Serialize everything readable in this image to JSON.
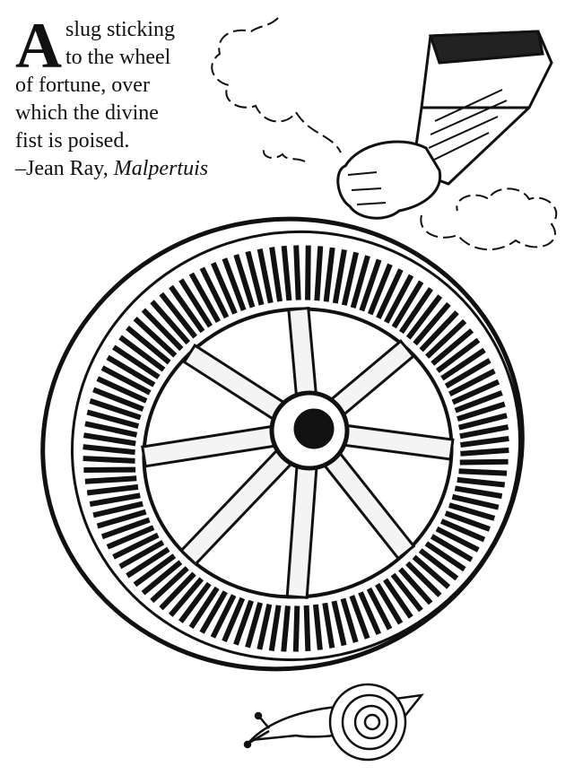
{
  "quote": {
    "drop_cap": "A",
    "lines": [
      "slug sticking",
      "to the wheel",
      "of fortune, over",
      "which the divine",
      "fist is poised."
    ],
    "attribution_prefix": "–Jean Ray, ",
    "attribution_title": "Malpertuis"
  },
  "illustration": {
    "subjects": [
      "wheel-of-fortune",
      "divine-fist",
      "clouds",
      "snail"
    ],
    "ink_color": "#111111",
    "paper_color": "#ffffff"
  }
}
